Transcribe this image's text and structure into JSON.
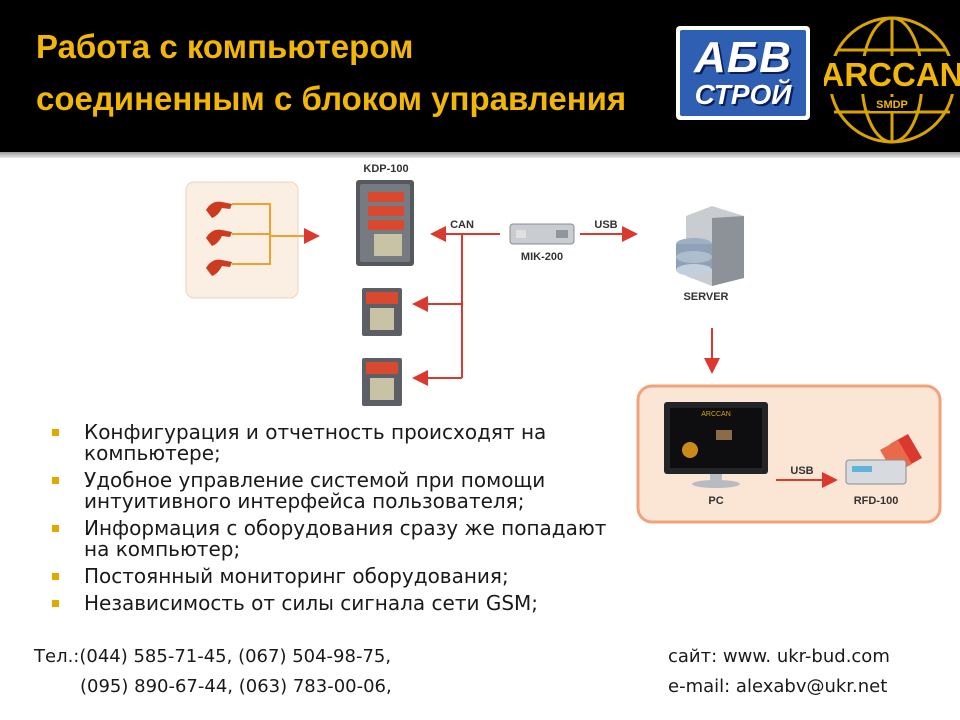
{
  "header": {
    "title_line1": "Работа с компьютером",
    "title_line2": "соединенным с блоком управления",
    "logo_abv": {
      "line1": "АБВ",
      "line2": "СТРОЙ"
    },
    "logo_arccan": {
      "name": "ARCCAN",
      "sub": "SMDP"
    }
  },
  "diagram": {
    "labels": {
      "kdp": "KDP-100",
      "can": "CAN",
      "mik": "MIK-200",
      "usb_top": "USB",
      "server": "SERVER",
      "pc": "PC",
      "usb_bottom": "USB",
      "rfd": "RFD-100",
      "pc_screen": "ARCCAN"
    },
    "icons": [
      "fuel-nozzle-icon",
      "controller-unit-icon",
      "server-icon",
      "monitor-icon",
      "rfid-reader-icon"
    ],
    "colors": {
      "arrow": "#d9392f",
      "nozzle_line": "#f0a030",
      "panel_border": "#f2a27a",
      "panel_bg": "#fbe6d6"
    }
  },
  "bullets": [
    "Конфигурация и отчетность происходят на компьютере;",
    "Удобное управление системой при помощи интуитивного интерфейса пользователя;",
    "Информация с оборудования сразу же попадают на компьютер;",
    "Постоянный мониторинг оборудования;",
    "Независимость от силы сигнала  сети GSM;"
  ],
  "contacts": {
    "phone_line1": "Тел.:(044) 585-71-45, (067) 504-98-75,",
    "phone_line2": "(095) 890-67-44, (063) 783-00-06,",
    "site": "сайт: www. ukr-bud.com",
    "email": "e-mail: alexabv@ukr.net"
  },
  "colors": {
    "title": "#f2b705",
    "bullet": "#e0a800",
    "header_bg": "#000000"
  }
}
